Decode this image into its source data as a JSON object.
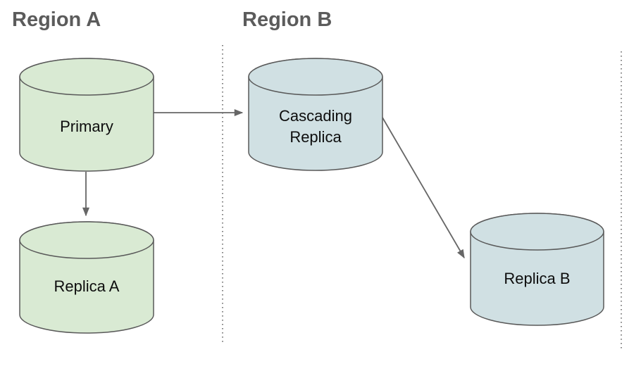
{
  "regions": [
    {
      "label": "Region A"
    },
    {
      "label": "Region B"
    }
  ],
  "nodes": [
    {
      "id": "primary",
      "label": "Primary",
      "region": "Region A"
    },
    {
      "id": "replica-a",
      "label": "Replica A",
      "region": "Region A"
    },
    {
      "id": "cascading-replica",
      "label": "Cascading Replica",
      "region": "Region B"
    },
    {
      "id": "replica-b",
      "label": "Replica B",
      "region": "Region B"
    }
  ],
  "edges": [
    {
      "from": "primary",
      "to": "cascading-replica"
    },
    {
      "from": "primary",
      "to": "replica-a"
    },
    {
      "from": "cascading-replica",
      "to": "replica-b"
    }
  ],
  "colors": {
    "region_a_node_fill": "#d9ead3",
    "region_b_node_fill": "#d0e0e3",
    "node_outline": "#595959",
    "arrow": "#666666",
    "divider": "#757575",
    "title_text": "#5b5b5b",
    "label_text": "#0d0d0d"
  }
}
